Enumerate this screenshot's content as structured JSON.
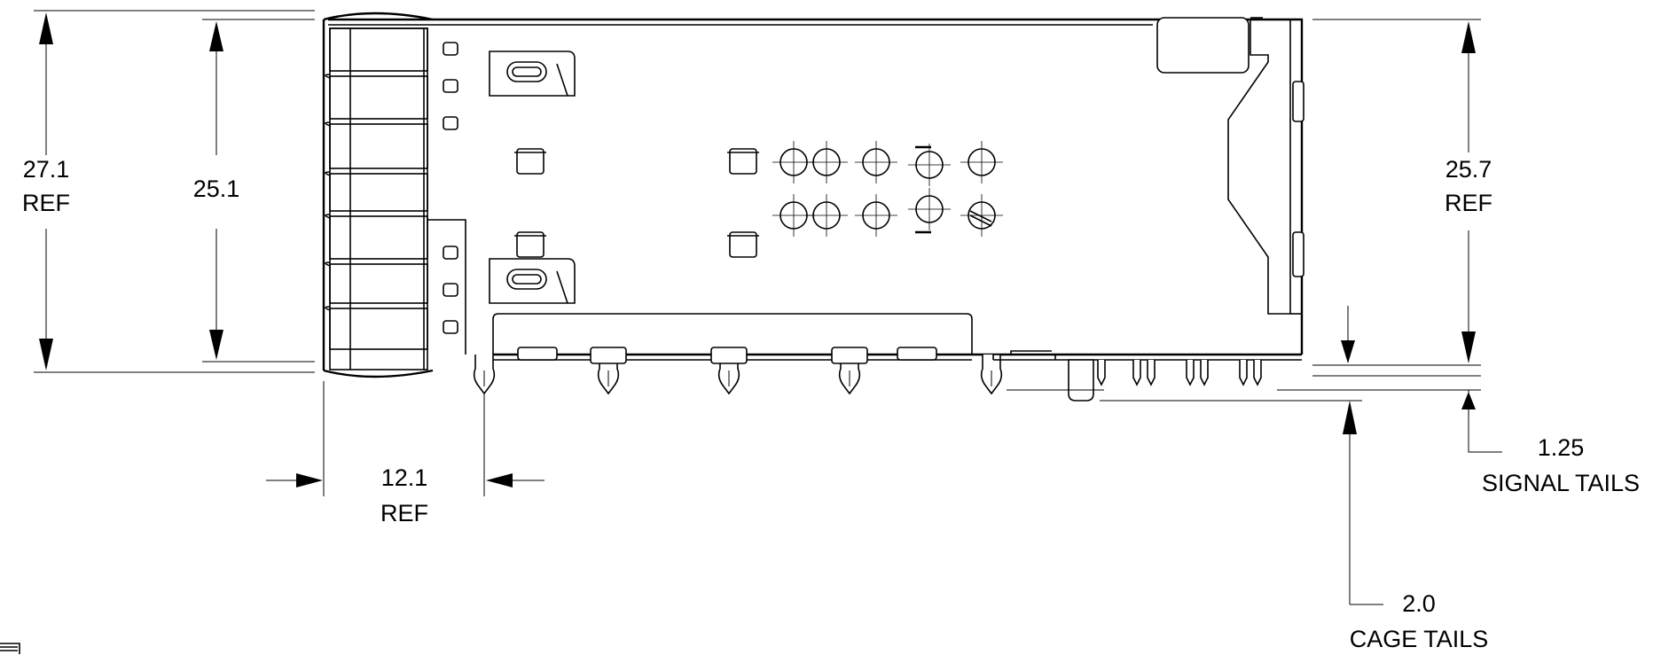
{
  "dimensions": {
    "overall_height": {
      "value": "27.1",
      "note": "REF"
    },
    "inner_height": {
      "value": "25.1"
    },
    "right_height": {
      "value": "25.7",
      "note": "REF"
    },
    "front_offset": {
      "value": "12.1",
      "note": "REF"
    },
    "signal_tails": {
      "value": "1.25",
      "note": "SIGNAL TAILS"
    },
    "cage_tails": {
      "value": "2.0",
      "note": "CAGE TAILS"
    }
  },
  "colors": {
    "line": "#000000",
    "background": "#ffffff"
  }
}
